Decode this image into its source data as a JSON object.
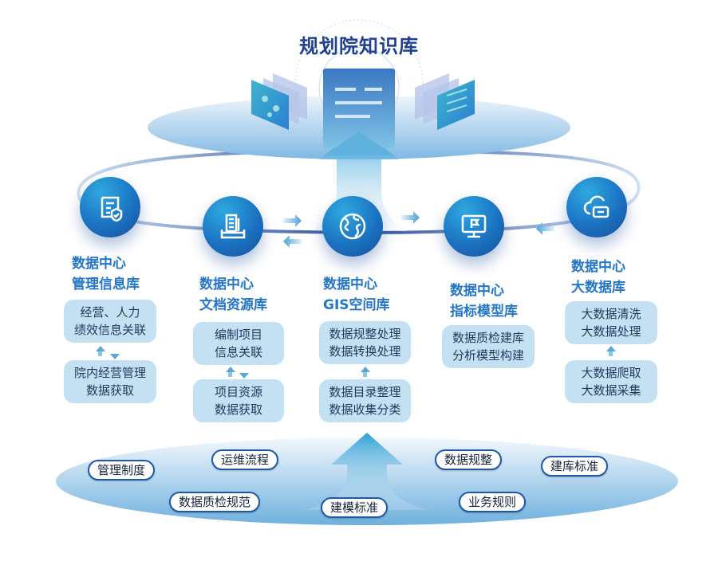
{
  "title": "规划院知识库",
  "nodes": [
    {
      "icon": "clipboard-shield-icon",
      "title1": "数据中心",
      "title2": "管理信息库",
      "boxes": [
        [
          "经营、人力",
          "绩效信息关联"
        ],
        [
          "院内经营管理",
          "数据获取"
        ]
      ],
      "flow": "bidirectional"
    },
    {
      "icon": "document-tray-icon",
      "title1": "数据中心",
      "title2": "文档资源库",
      "boxes": [
        [
          "编制项目",
          "信息关联"
        ],
        [
          "项目资源",
          "数据获取"
        ]
      ],
      "flow": "bidirectional"
    },
    {
      "icon": "globe-icon",
      "title1": "数据中心",
      "title2": "GIS空间库",
      "boxes": [
        [
          "数据规整处理",
          "数据转换处理"
        ],
        [
          "数据目录整理",
          "数据收集分类"
        ]
      ],
      "flow": "up"
    },
    {
      "icon": "monitor-flag-icon",
      "title1": "数据中心",
      "title2": "指标模型库",
      "boxes": [
        [
          "数据质检建库",
          "分析模型构建"
        ]
      ],
      "flow": "none"
    },
    {
      "icon": "cloud-database-icon",
      "title1": "数据中心",
      "title2": "大数据库",
      "boxes": [
        [
          "大数据清洗",
          "大数据处理"
        ],
        [
          "大数据爬取",
          "大数据采集"
        ]
      ],
      "flow": "up"
    }
  ],
  "foundation": [
    "管理制度",
    "运维流程",
    "数据质检规范",
    "建模标准",
    "数据规整",
    "建库标准",
    "业务规则"
  ],
  "colors": {
    "title": "#1f3f8f",
    "accent": "#2376c8",
    "node": "#1b73c2",
    "box": "#c3e1f3",
    "pill_border": "#1f58a4"
  }
}
